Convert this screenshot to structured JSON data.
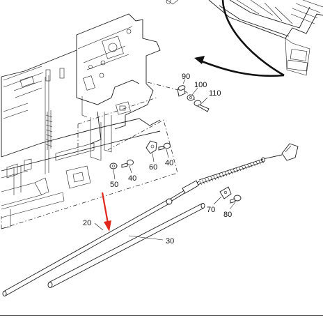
{
  "diagram": {
    "callouts": [
      {
        "id": "c90",
        "text": "90"
      },
      {
        "id": "c100",
        "text": "100"
      },
      {
        "id": "c110",
        "text": "110"
      },
      {
        "id": "c40a",
        "text": "40"
      },
      {
        "id": "c60",
        "text": "60"
      },
      {
        "id": "c40b",
        "text": "40"
      },
      {
        "id": "c50",
        "text": "50"
      },
      {
        "id": "c70",
        "text": "70"
      },
      {
        "id": "c80",
        "text": "80"
      },
      {
        "id": "c20",
        "text": "20"
      },
      {
        "id": "c30",
        "text": "30"
      }
    ],
    "colors": {
      "line": "#1a1a1a",
      "arrow": "#e0261b",
      "background": "#ffffff"
    }
  }
}
